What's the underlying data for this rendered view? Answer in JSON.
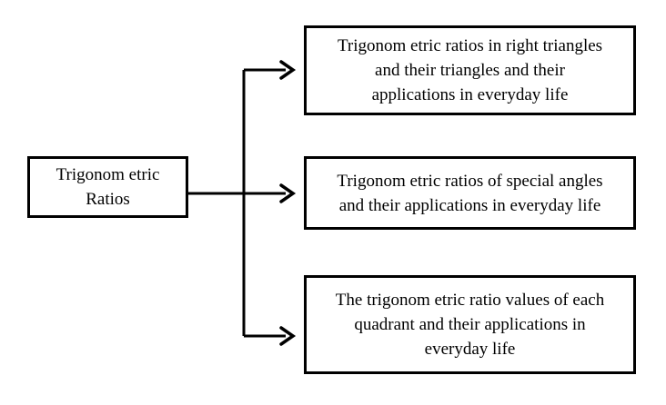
{
  "diagram": {
    "title": "Trigonometric Ratios concept map",
    "colors": {
      "background": "#ffffff",
      "box_border": "#000000",
      "text": "#000000",
      "connector": "#000000"
    },
    "root": {
      "lines": [
        "Trigonom etric",
        "Ratios"
      ]
    },
    "nodes": [
      {
        "lines": [
          "Trigonom etric ratios in right triangles",
          "and their triangles and their",
          "applications in everyday life"
        ]
      },
      {
        "lines": [
          "Trigonom etric ratios of special angles",
          "and their applications in everyday life"
        ]
      },
      {
        "lines": [
          "The trigonom etric ratio values of each",
          "quadrant and their applications in",
          "everyday life"
        ]
      }
    ],
    "icons": [
      "arrowhead-right-icon",
      "arrowhead-right-icon",
      "arrowhead-right-icon"
    ]
  }
}
